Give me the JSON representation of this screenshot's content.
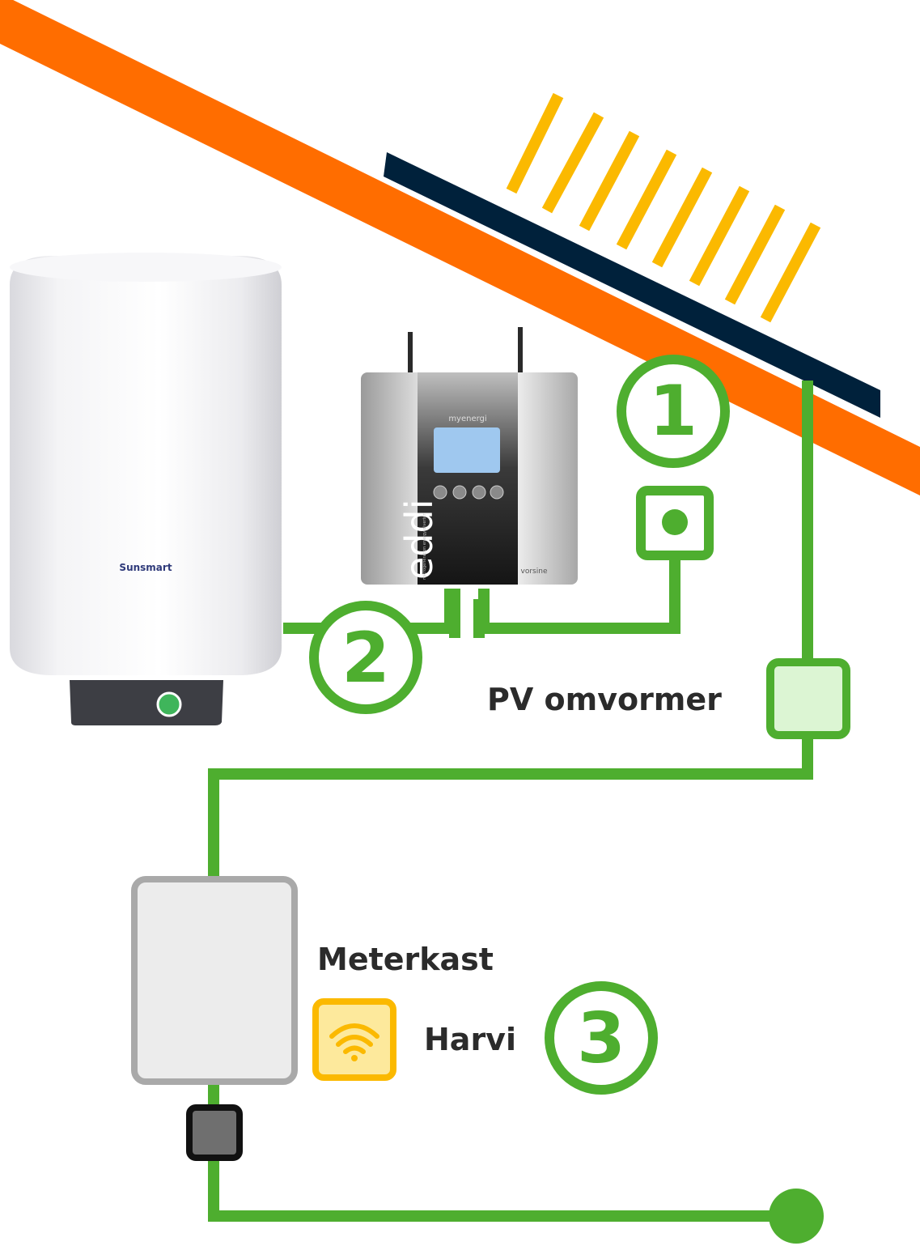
{
  "labels": {
    "pv_inverter": "PV omvormer",
    "meter_box": "Meterkast",
    "harvi": "Harvi"
  },
  "steps": [
    "1",
    "2",
    "3"
  ],
  "devices": {
    "water_heater_brand": "Sunsmart",
    "diverter_brand": "myenergi",
    "diverter_name": "eddi",
    "diverter_subtitle": "microgeneration energy diverter",
    "diverter_maker": "vorsine"
  },
  "colors": {
    "roof": "#ff6d00",
    "panel": "#00213b",
    "sun_rays": "#fbb900",
    "wire": "#4eae2f",
    "inverter_fill": "#dcf5d3",
    "meter_box_fill": "#ececec",
    "meter_box_stroke": "#a9a9a9",
    "harvi_fill": "#fde99c",
    "harvi_stroke": "#fbb900",
    "text": "#2b2b2b"
  }
}
